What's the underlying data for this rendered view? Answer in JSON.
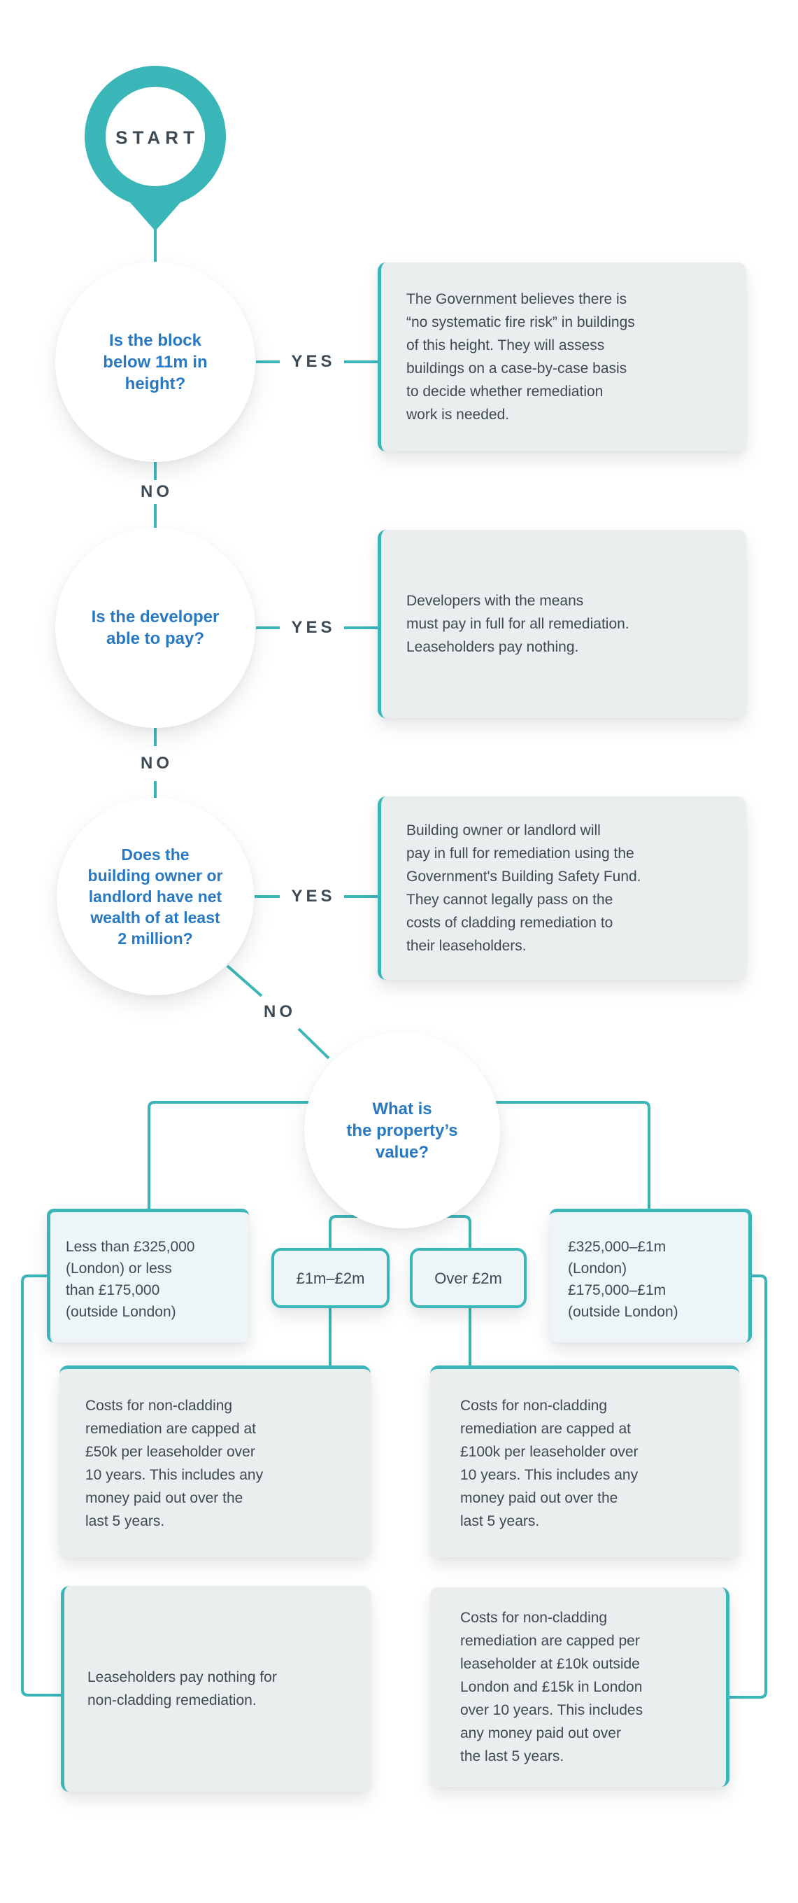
{
  "palette": {
    "accent_teal": "#3ab6b9",
    "question_blue": "#2878c2",
    "body_text": "#3d4a53",
    "outcome_box_fill": "#ebeeee",
    "value_box_fill": "#eef5f9"
  },
  "start_label": "START",
  "labels": {
    "yes": "YES",
    "no": "NO"
  },
  "questions": {
    "height": "Is the block\nbelow 11m in\nheight?",
    "developer": "Is the developer\nable to pay?",
    "wealth": "Does the\nbuilding owner or\nlandlord have net\nwealth of at least\n2 million?",
    "value": "What is\nthe property’s\nvalue?"
  },
  "outcomes": {
    "height_yes": "The Government believes there is\n“no systematic fire risk” in buildings\nof this height. They will assess\nbuildings on a case-by-case basis\nto decide whether remediation\nwork is needed.",
    "developer_yes": "Developers with the means\nmust pay in full for all remediation.\nLeaseholders pay nothing.",
    "wealth_yes": "Building owner or landlord will\npay in full for remediation using the\nGovernment's Building Safety Fund.\nThey cannot legally pass on the\ncosts of cladding remediation to\ntheir leaseholders.",
    "cap_50k": "Costs for non-cladding\nremediation are capped at\n£50k per leaseholder over\n10 years. This includes any\nmoney paid out over the\nlast 5 years.",
    "cap_100k": "Costs for non-cladding\nremediation are capped at\n£100k per leaseholder over\n10 years. This includes any\nmoney paid out over the\nlast 5 years.",
    "pay_nothing": "Leaseholders pay nothing for\nnon-cladding remediation.",
    "cap_10k_15k": "Costs for non-cladding\nremediation are capped per\nleaseholder at £10k outside\nLondon and £15k in London\nover 10 years. This includes\nany money paid out over\nthe last 5 years."
  },
  "value_bands": {
    "low": "Less than £325,000\n(London) or less\nthan £175,000\n(outside London)",
    "mid": "£1m–£2m",
    "high": "Over £2m",
    "band": "£325,000–£1m\n(London)\n£175,000–£1m\n(outside London)"
  }
}
